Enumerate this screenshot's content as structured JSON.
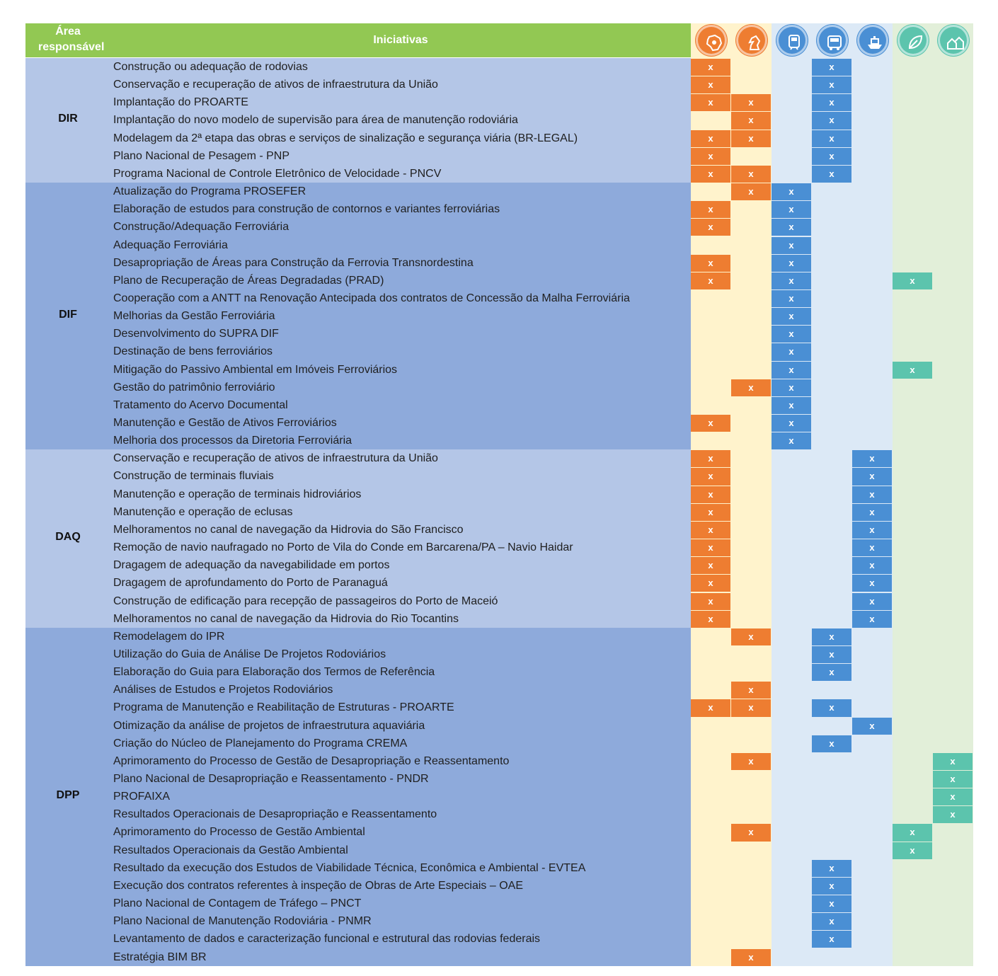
{
  "header": {
    "area_label": "Área responsável",
    "initiatives_label": "Iniciativas",
    "color": "#92c853"
  },
  "columns": [
    {
      "icon": "brazil-map-icon",
      "color": "#ee7d31",
      "bg": "#fff3cc"
    },
    {
      "icon": "chess-knight-icon",
      "color": "#ee7d31",
      "bg": "#fff3cc"
    },
    {
      "icon": "train-icon",
      "color": "#4a8fd4",
      "bg": "#dce9f6"
    },
    {
      "icon": "bus-icon",
      "color": "#4a8fd4",
      "bg": "#dce9f6"
    },
    {
      "icon": "ship-icon",
      "color": "#4a8fd4",
      "bg": "#dce9f6"
    },
    {
      "icon": "leaf-icon",
      "color": "#5cc4ad",
      "bg": "#e2efd9"
    },
    {
      "icon": "houses-icon",
      "color": "#5cc4ad",
      "bg": "#e2efd9"
    }
  ],
  "mark_symbol": "x",
  "groups": [
    {
      "area": "DIR",
      "color": "#b4c6e7",
      "rows": [
        {
          "label": "Construção ou adequação de rodovias",
          "marks": [
            1,
            0,
            0,
            1,
            0,
            0,
            0
          ]
        },
        {
          "label": "Conservação e recuperação de ativos de infraestrutura da União",
          "marks": [
            1,
            0,
            0,
            1,
            0,
            0,
            0
          ]
        },
        {
          "label": "Implantação do PROARTE",
          "marks": [
            1,
            1,
            0,
            1,
            0,
            0,
            0
          ]
        },
        {
          "label": "Implantação do novo modelo de supervisão para área de manutenção rodoviária",
          "marks": [
            0,
            1,
            0,
            1,
            0,
            0,
            0
          ]
        },
        {
          "label": "Modelagem da 2ª etapa das obras e serviços de sinalização e segurança viária (BR-LEGAL)",
          "marks": [
            1,
            1,
            0,
            1,
            0,
            0,
            0
          ]
        },
        {
          "label": "Plano Nacional de Pesagem - PNP",
          "marks": [
            1,
            0,
            0,
            1,
            0,
            0,
            0
          ]
        },
        {
          "label": "Programa Nacional de Controle Eletrônico de Velocidade - PNCV",
          "marks": [
            1,
            1,
            0,
            1,
            0,
            0,
            0
          ]
        }
      ]
    },
    {
      "area": "DIF",
      "color": "#8eaadb",
      "rows": [
        {
          "label": "Atualização do Programa PROSEFER",
          "marks": [
            0,
            1,
            1,
            0,
            0,
            0,
            0
          ]
        },
        {
          "label": "Elaboração de estudos para construção de contornos e variantes ferroviárias",
          "marks": [
            1,
            0,
            1,
            0,
            0,
            0,
            0
          ]
        },
        {
          "label": "Construção/Adequação Ferroviária",
          "marks": [
            1,
            0,
            1,
            0,
            0,
            0,
            0
          ]
        },
        {
          "label": "Adequação Ferroviária",
          "marks": [
            0,
            0,
            1,
            0,
            0,
            0,
            0
          ]
        },
        {
          "label": "Desapropriação de Áreas para Construção da Ferrovia Transnordestina",
          "marks": [
            1,
            0,
            1,
            0,
            0,
            0,
            0
          ]
        },
        {
          "label": "Plano de Recuperação de Áreas Degradadas (PRAD)",
          "marks": [
            1,
            0,
            1,
            0,
            0,
            1,
            0
          ]
        },
        {
          "label": "Cooperação com a ANTT na Renovação Antecipada dos contratos de Concessão da Malha Ferroviária",
          "marks": [
            0,
            0,
            1,
            0,
            0,
            0,
            0
          ]
        },
        {
          "label": "Melhorias da Gestão Ferroviária",
          "marks": [
            0,
            0,
            1,
            0,
            0,
            0,
            0
          ]
        },
        {
          "label": "Desenvolvimento do SUPRA DIF",
          "marks": [
            0,
            0,
            1,
            0,
            0,
            0,
            0
          ]
        },
        {
          "label": "Destinação de bens ferroviários",
          "marks": [
            0,
            0,
            1,
            0,
            0,
            0,
            0
          ]
        },
        {
          "label": "Mitigação do Passivo Ambiental em Imóveis Ferroviários",
          "marks": [
            0,
            0,
            1,
            0,
            0,
            1,
            0
          ]
        },
        {
          "label": "Gestão do patrimônio ferroviário",
          "marks": [
            0,
            1,
            1,
            0,
            0,
            0,
            0
          ]
        },
        {
          "label": "Tratamento do Acervo Documental",
          "marks": [
            0,
            0,
            1,
            0,
            0,
            0,
            0
          ]
        },
        {
          "label": "Manutenção e Gestão de Ativos Ferroviários",
          "marks": [
            1,
            0,
            1,
            0,
            0,
            0,
            0
          ]
        },
        {
          "label": "Melhoria dos processos da Diretoria Ferroviária",
          "marks": [
            0,
            0,
            1,
            0,
            0,
            0,
            0
          ]
        }
      ]
    },
    {
      "area": "DAQ",
      "color": "#b4c6e7",
      "rows": [
        {
          "label": "Conservação e recuperação de ativos de infraestrutura da União",
          "marks": [
            1,
            0,
            0,
            0,
            1,
            0,
            0
          ]
        },
        {
          "label": "Construção de terminais fluviais",
          "marks": [
            1,
            0,
            0,
            0,
            1,
            0,
            0
          ]
        },
        {
          "label": "Manutenção e operação de terminais hidroviários",
          "marks": [
            1,
            0,
            0,
            0,
            1,
            0,
            0
          ]
        },
        {
          "label": "Manutenção e operação de eclusas",
          "marks": [
            1,
            0,
            0,
            0,
            1,
            0,
            0
          ]
        },
        {
          "label": "Melhoramentos no canal de navegação da Hidrovia do São Francisco",
          "marks": [
            1,
            0,
            0,
            0,
            1,
            0,
            0
          ]
        },
        {
          "label": "Remoção de navio naufragado no Porto de Vila do Conde em Barcarena/PA – Navio Haidar",
          "marks": [
            1,
            0,
            0,
            0,
            1,
            0,
            0
          ]
        },
        {
          "label": "Dragagem de adequação da navegabilidade em portos",
          "marks": [
            1,
            0,
            0,
            0,
            1,
            0,
            0
          ]
        },
        {
          "label": "Dragagem de aprofundamento do Porto de Paranaguá",
          "marks": [
            1,
            0,
            0,
            0,
            1,
            0,
            0
          ]
        },
        {
          "label": "Construção de edificação para recepção de passageiros do Porto de Maceió",
          "marks": [
            1,
            0,
            0,
            0,
            1,
            0,
            0
          ]
        },
        {
          "label": "Melhoramentos no canal de navegação da Hidrovia do Rio Tocantins",
          "marks": [
            1,
            0,
            0,
            0,
            1,
            0,
            0
          ]
        }
      ]
    },
    {
      "area": "DPP",
      "color": "#8eaadb",
      "rows": [
        {
          "label": "Remodelagem do IPR",
          "marks": [
            0,
            1,
            0,
            1,
            0,
            0,
            0
          ]
        },
        {
          "label": "Utilização do Guia de Análise De Projetos Rodoviários",
          "marks": [
            0,
            0,
            0,
            1,
            0,
            0,
            0
          ]
        },
        {
          "label": "Elaboração do Guia para Elaboração dos Termos de Referência",
          "marks": [
            0,
            0,
            0,
            1,
            0,
            0,
            0
          ]
        },
        {
          "label": "Análises de Estudos e Projetos Rodoviários",
          "marks": [
            0,
            1,
            0,
            0,
            0,
            0,
            0
          ]
        },
        {
          "label": "Programa de Manutenção e Reabilitação de Estruturas - PROARTE",
          "marks": [
            1,
            1,
            0,
            1,
            0,
            0,
            0
          ]
        },
        {
          "label": "Otimização da análise de projetos de infraestrutura aquaviária",
          "marks": [
            0,
            0,
            0,
            0,
            1,
            0,
            0
          ]
        },
        {
          "label": "Criação do Núcleo de Planejamento do Programa CREMA",
          "marks": [
            0,
            0,
            0,
            1,
            0,
            0,
            0
          ]
        },
        {
          "label": "Aprimoramento do Processo de Gestão de Desapropriação e Reassentamento",
          "marks": [
            0,
            1,
            0,
            0,
            0,
            0,
            1
          ]
        },
        {
          "label": "Plano Nacional de Desapropriação e Reassentamento - PNDR",
          "marks": [
            0,
            0,
            0,
            0,
            0,
            0,
            1
          ]
        },
        {
          "label": "PROFAIXA",
          "marks": [
            0,
            0,
            0,
            0,
            0,
            0,
            1
          ]
        },
        {
          "label": "Resultados Operacionais de Desapropriação e Reassentamento",
          "marks": [
            0,
            0,
            0,
            0,
            0,
            0,
            1
          ]
        },
        {
          "label": "Aprimoramento do Processo de Gestão Ambiental",
          "marks": [
            0,
            1,
            0,
            0,
            0,
            1,
            0
          ]
        },
        {
          "label": "Resultados Operacionais da Gestão Ambiental",
          "marks": [
            0,
            0,
            0,
            0,
            0,
            1,
            0
          ]
        },
        {
          "label": "Resultado da execução dos Estudos de Viabilidade Técnica, Econômica e Ambiental - EVTEA",
          "marks": [
            0,
            0,
            0,
            1,
            0,
            0,
            0
          ]
        },
        {
          "label": "Execução dos contratos referentes à inspeção de Obras de Arte Especiais – OAE",
          "marks": [
            0,
            0,
            0,
            1,
            0,
            0,
            0
          ]
        },
        {
          "label": "Plano Nacional de Contagem de Tráfego – PNCT",
          "marks": [
            0,
            0,
            0,
            1,
            0,
            0,
            0
          ]
        },
        {
          "label": "Plano Nacional  de Manutenção Rodoviária - PNMR",
          "marks": [
            0,
            0,
            0,
            1,
            0,
            0,
            0
          ]
        },
        {
          "label": "Levantamento de dados e caracterização funcional e estrutural das rodovias federais",
          "marks": [
            0,
            0,
            0,
            1,
            0,
            0,
            0
          ]
        },
        {
          "label": "Estratégia BIM BR",
          "marks": [
            0,
            1,
            0,
            0,
            0,
            0,
            0
          ]
        }
      ]
    }
  ]
}
